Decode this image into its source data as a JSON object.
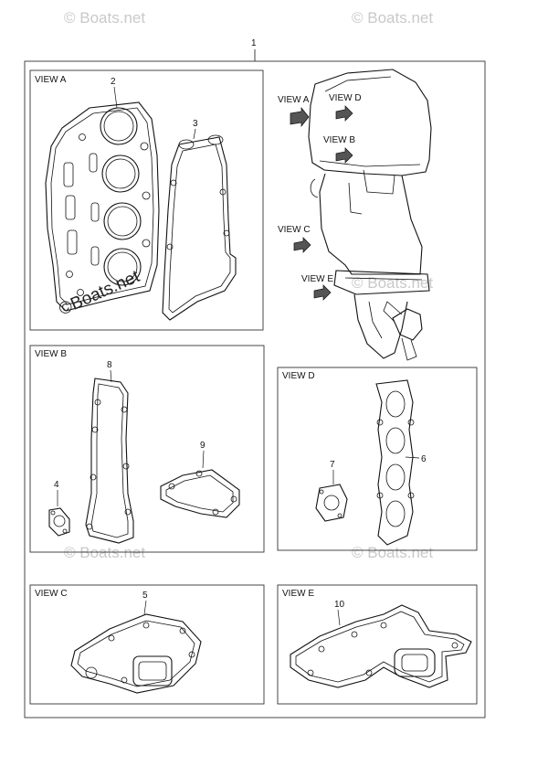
{
  "diagram": {
    "assembly_callout": "1",
    "panels": {
      "view_a": {
        "title": "VIEW A",
        "callouts": [
          "2",
          "3"
        ]
      },
      "view_b": {
        "title": "VIEW B",
        "callouts": [
          "8",
          "9",
          "4"
        ]
      },
      "view_c": {
        "title": "VIEW C",
        "callouts": [
          "5"
        ]
      },
      "view_d": {
        "title": "VIEW D",
        "callouts": [
          "7",
          "6"
        ]
      },
      "view_e": {
        "title": "VIEW E",
        "callouts": [
          "10"
        ]
      }
    },
    "engine_view_labels": {
      "view_a": "VIEW A",
      "view_b": "VIEW B",
      "view_c": "VIEW C",
      "view_d": "VIEW D",
      "view_e": "VIEW E"
    },
    "watermark": "© Boats.net",
    "watermark_overlay": "©Boats.net"
  }
}
